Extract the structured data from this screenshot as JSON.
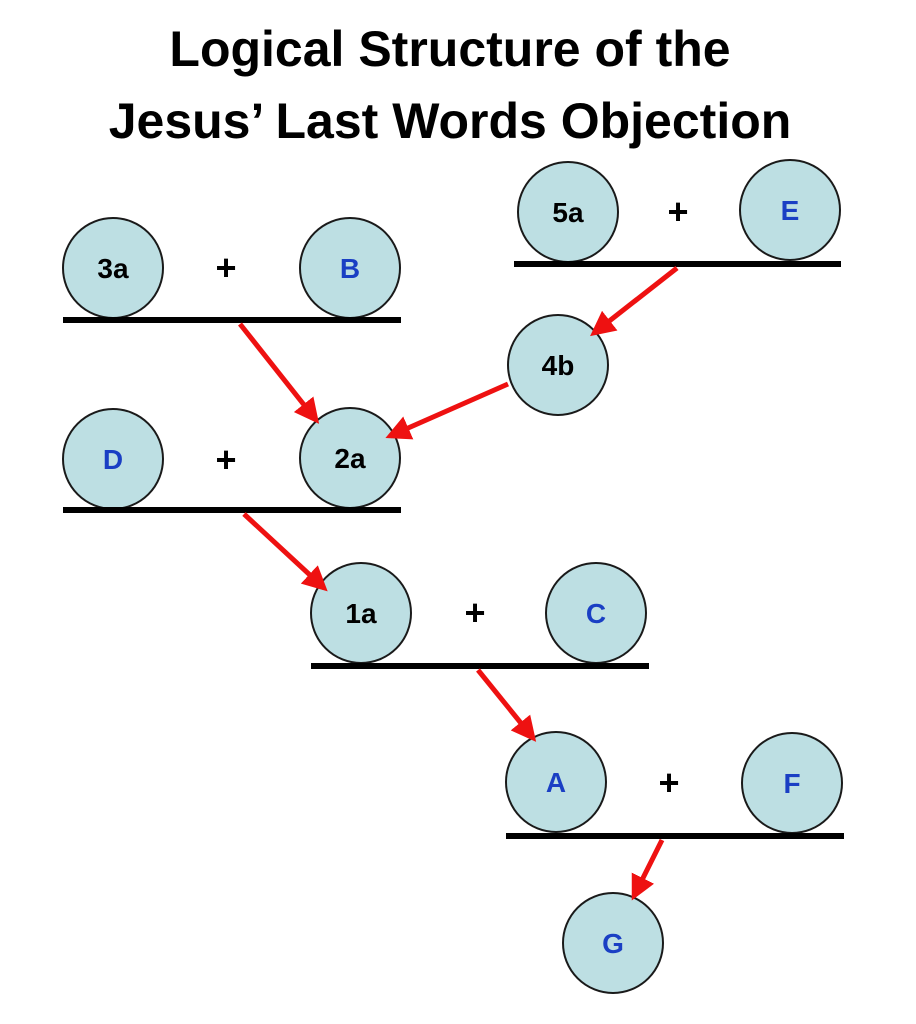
{
  "title": {
    "line1": "Logical Structure of the",
    "line2": "Jesus’ Last Words Objection"
  },
  "colors": {
    "premise_label": "#000000",
    "letter_label": "#1a3fc4",
    "arrow": "#ee1111"
  },
  "nodes": {
    "n3a": "3a",
    "nB": "B",
    "n5a": "5a",
    "nE": "E",
    "n4b": "4b",
    "nD": "D",
    "n2a": "2a",
    "n1a": "1a",
    "nC": "C",
    "nA": "A",
    "nF": "F",
    "nG": "G"
  },
  "plus": "+"
}
